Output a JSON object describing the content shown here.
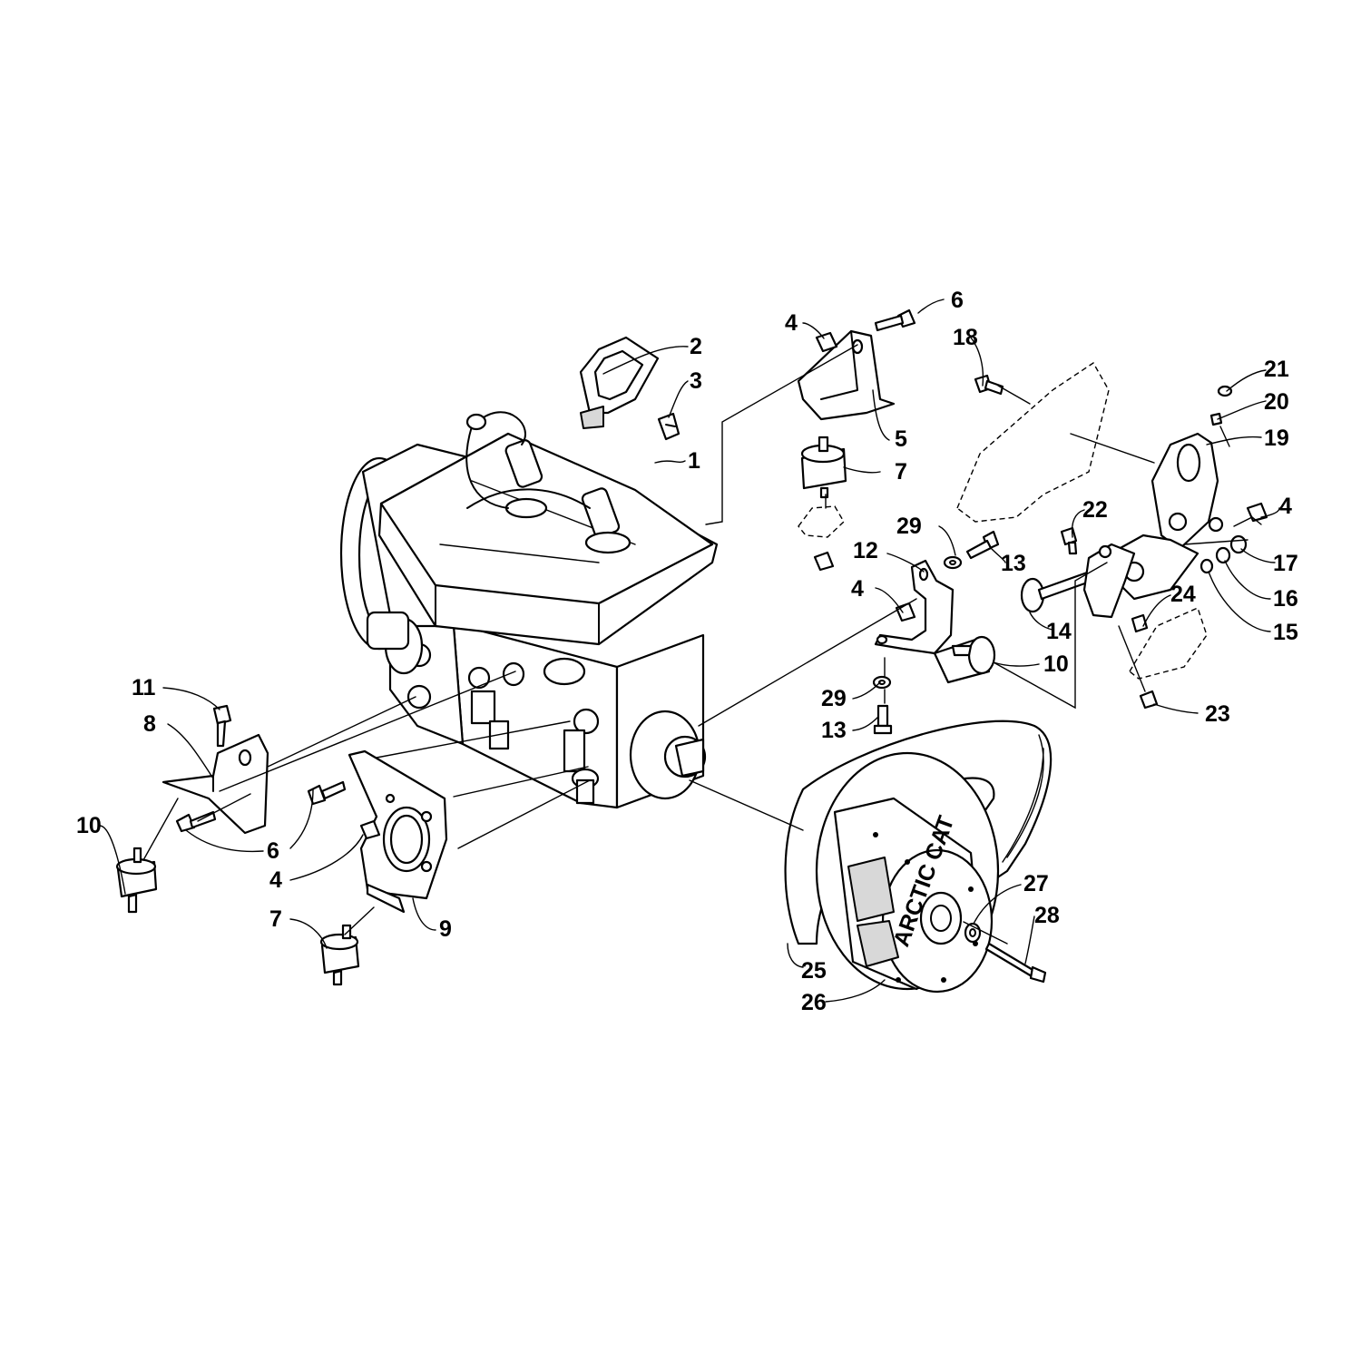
{
  "callouts": [
    {
      "id": "c1",
      "label": "1"
    },
    {
      "id": "c2",
      "label": "2"
    },
    {
      "id": "c3",
      "label": "3"
    },
    {
      "id": "c4a",
      "label": "4"
    },
    {
      "id": "c4b",
      "label": "4"
    },
    {
      "id": "c4c",
      "label": "4"
    },
    {
      "id": "c4d",
      "label": "4"
    },
    {
      "id": "c5",
      "label": "5"
    },
    {
      "id": "c6a",
      "label": "6"
    },
    {
      "id": "c6b",
      "label": "6"
    },
    {
      "id": "c7a",
      "label": "7"
    },
    {
      "id": "c7b",
      "label": "7"
    },
    {
      "id": "c8",
      "label": "8"
    },
    {
      "id": "c9",
      "label": "9"
    },
    {
      "id": "c10a",
      "label": "10"
    },
    {
      "id": "c10b",
      "label": "10"
    },
    {
      "id": "c11",
      "label": "11"
    },
    {
      "id": "c12",
      "label": "12"
    },
    {
      "id": "c13a",
      "label": "13"
    },
    {
      "id": "c13b",
      "label": "13"
    },
    {
      "id": "c14",
      "label": "14"
    },
    {
      "id": "c15",
      "label": "15"
    },
    {
      "id": "c16",
      "label": "16"
    },
    {
      "id": "c17",
      "label": "17"
    },
    {
      "id": "c18",
      "label": "18"
    },
    {
      "id": "c19",
      "label": "19"
    },
    {
      "id": "c20",
      "label": "20"
    },
    {
      "id": "c21",
      "label": "21"
    },
    {
      "id": "c22",
      "label": "22"
    },
    {
      "id": "c23",
      "label": "23"
    },
    {
      "id": "c24",
      "label": "24"
    },
    {
      "id": "c25",
      "label": "25"
    },
    {
      "id": "c26",
      "label": "26"
    },
    {
      "id": "c27",
      "label": "27"
    },
    {
      "id": "c28",
      "label": "28"
    },
    {
      "id": "c29a",
      "label": "29"
    },
    {
      "id": "c29b",
      "label": "29"
    }
  ],
  "clutch_marking": "ARCTIC CAT"
}
